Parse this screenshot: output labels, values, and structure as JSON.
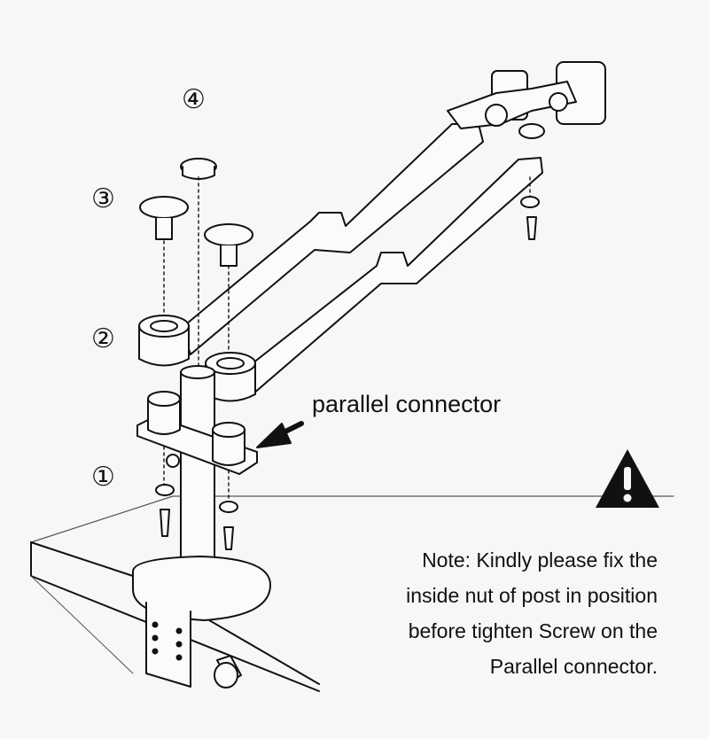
{
  "labels": {
    "step_1": "①",
    "step_2": "②",
    "step_3": "③",
    "step_4": "④",
    "callout": "parallel connector"
  },
  "note": {
    "lines": [
      "Note: Kindly please fix the",
      "inside nut of post in position",
      "before tighten Screw on the",
      "Parallel connector."
    ]
  },
  "icons": {
    "warning": "warning-triangle-icon"
  },
  "colors": {
    "ink": "#111111",
    "paper": "#f7f7f5"
  }
}
